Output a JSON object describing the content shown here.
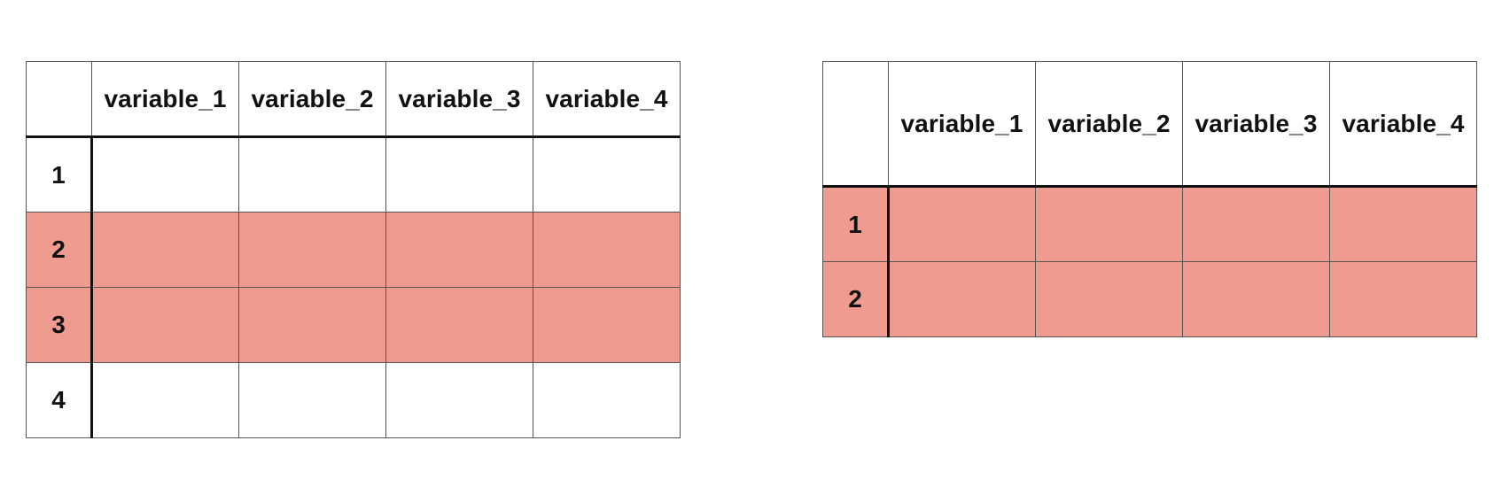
{
  "highlight_color": "#f09b90",
  "left_table": {
    "columns": [
      "variable_1",
      "variable_2",
      "variable_3",
      "variable_4"
    ],
    "rows": [
      {
        "index": "1",
        "highlighted": false
      },
      {
        "index": "2",
        "highlighted": true
      },
      {
        "index": "3",
        "highlighted": true
      },
      {
        "index": "4",
        "highlighted": false
      }
    ]
  },
  "right_table": {
    "columns": [
      "variable_1",
      "variable_2",
      "variable_3",
      "variable_4"
    ],
    "rows": [
      {
        "index": "1",
        "highlighted": true
      },
      {
        "index": "2",
        "highlighted": true
      }
    ]
  }
}
